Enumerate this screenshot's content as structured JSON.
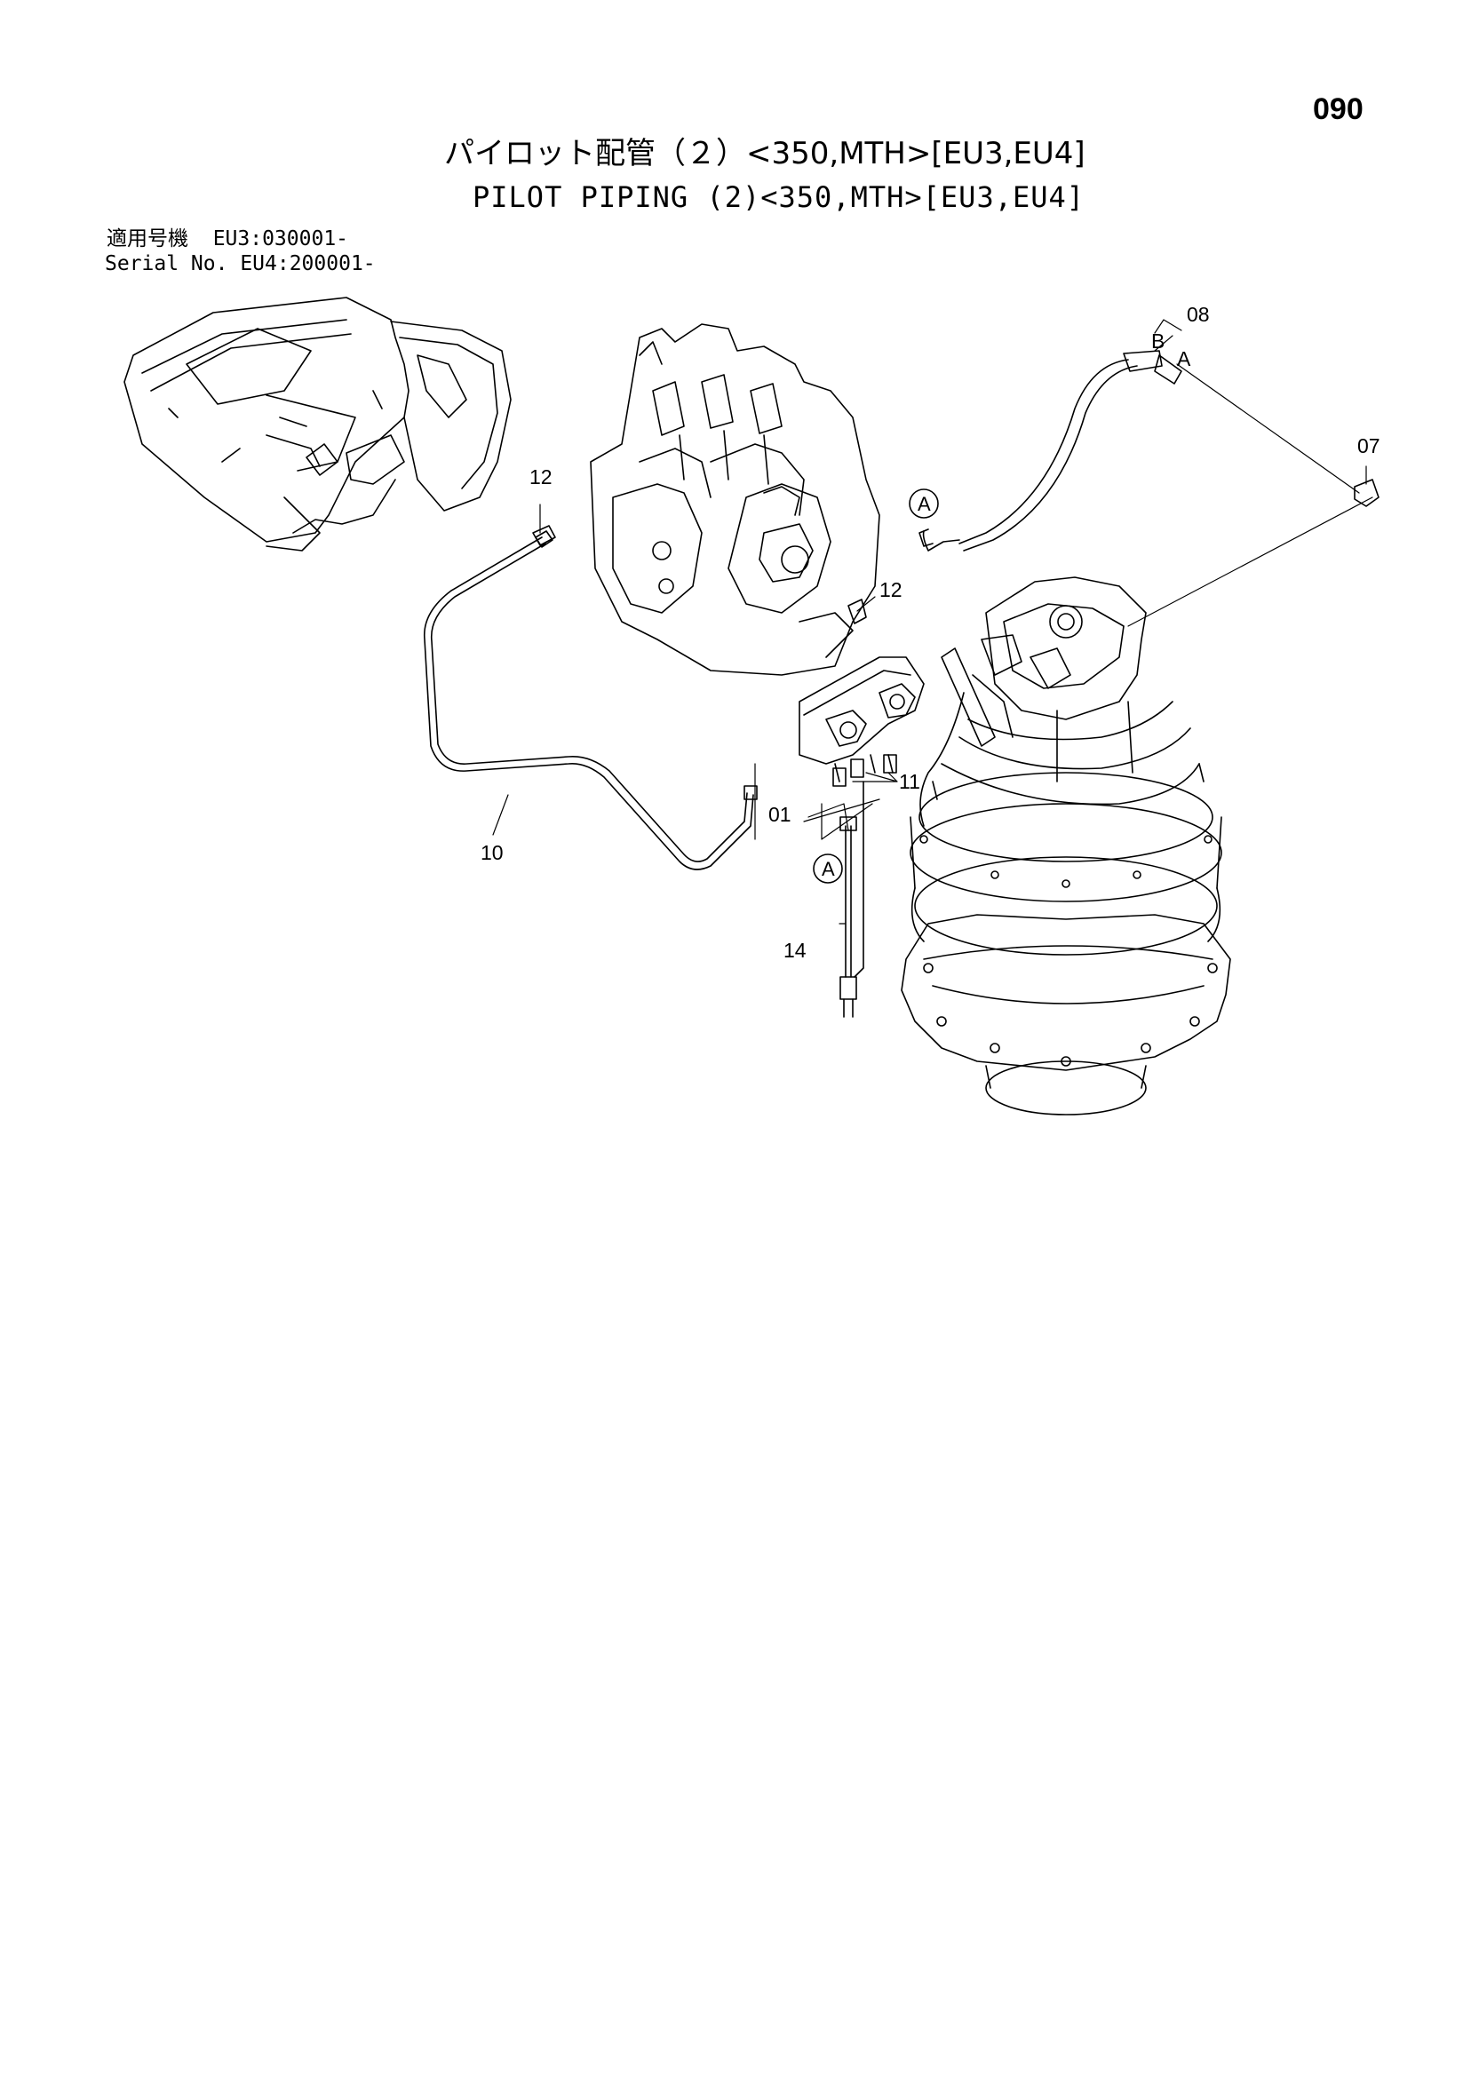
{
  "page_number": "090",
  "title_jp": "パイロット配管（２）<350,MTH>[EU3,EU4]",
  "title_en": "PILOT PIPING (2)<350,MTH>[EU3,EU4]",
  "serial": {
    "line1": "適用号機  EU3:030001-",
    "line2": "Serial No. EU4:200001-"
  },
  "callouts": {
    "c08": "08",
    "cB": "B",
    "cA_top": "A",
    "c07": "07",
    "c12_left": "12",
    "c12_mid": "12",
    "c11": "11",
    "c01": "01",
    "c10": "10",
    "c14": "14",
    "circleA_top": "A",
    "circleA_bottom": "A"
  }
}
